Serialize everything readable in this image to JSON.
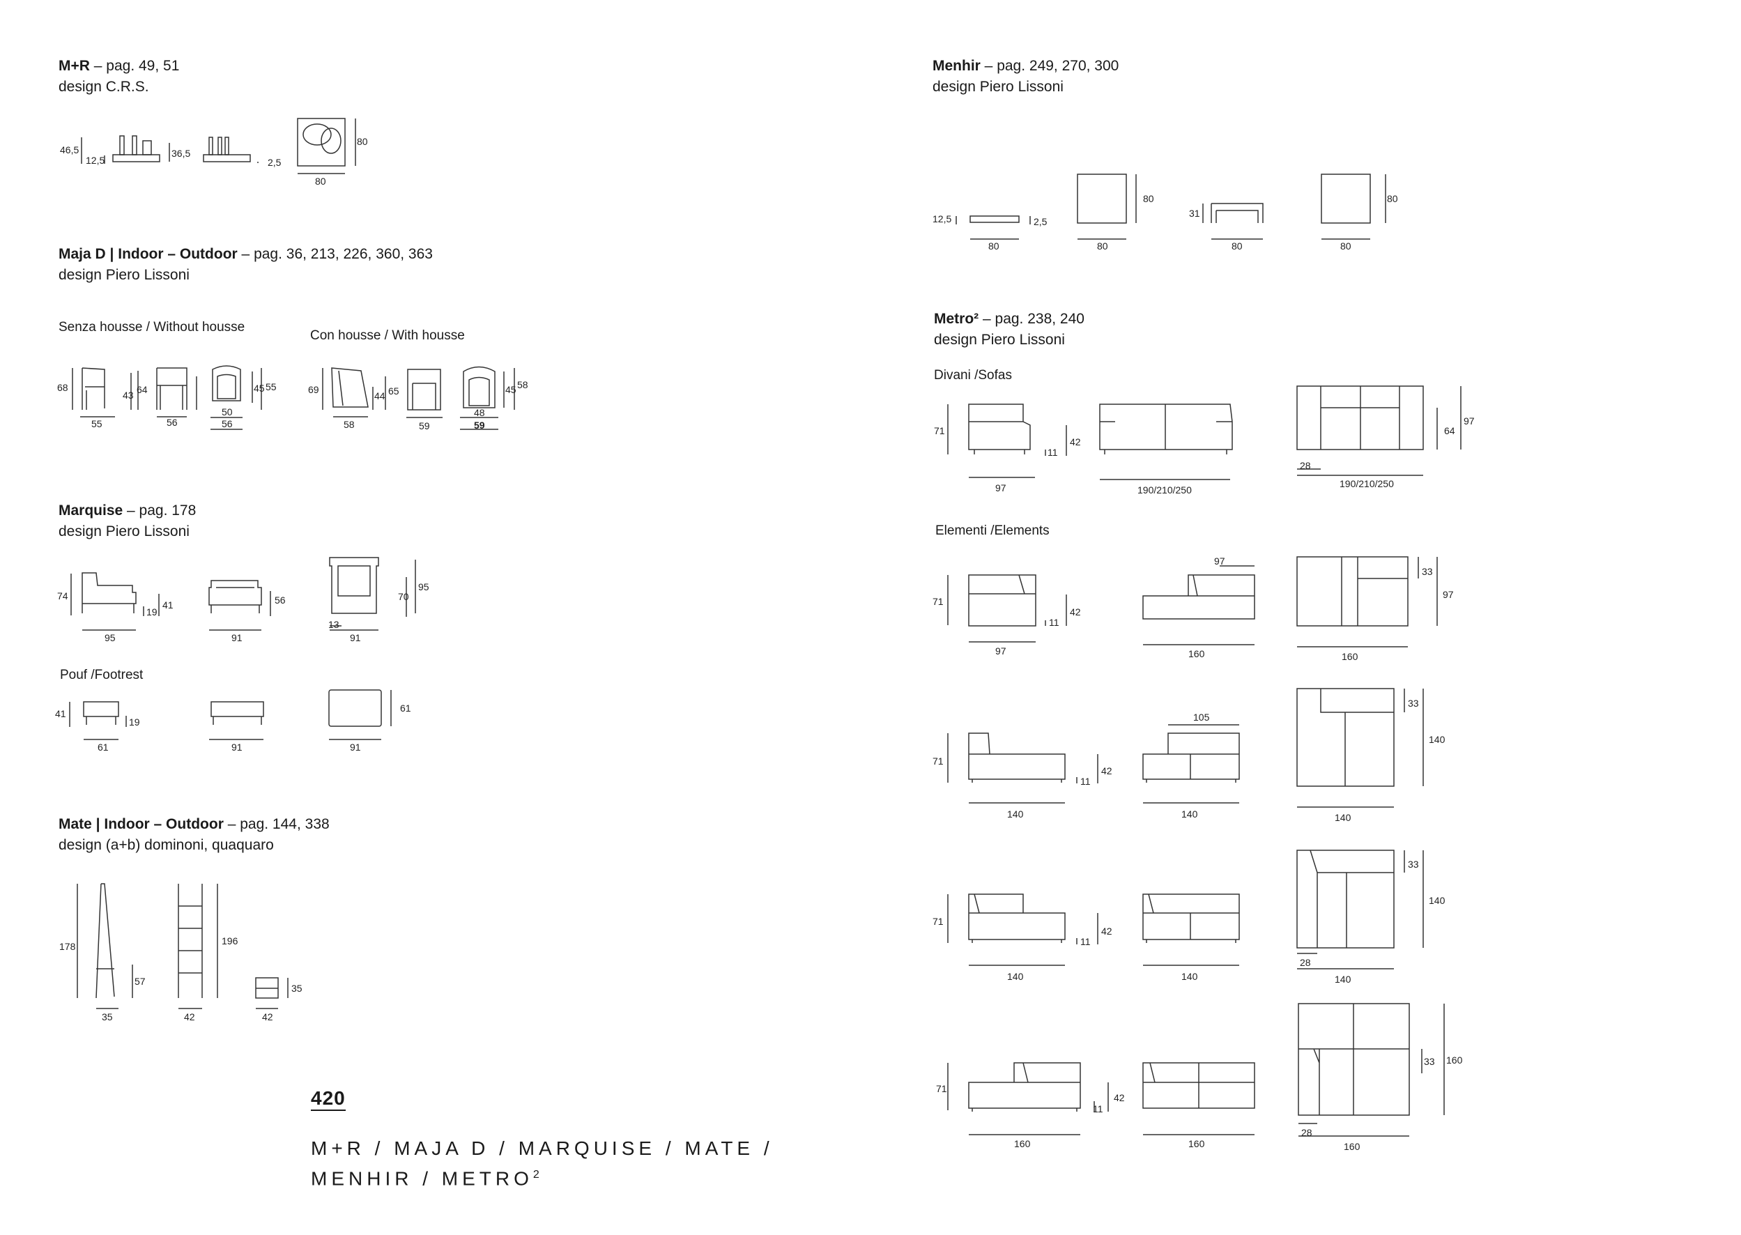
{
  "sections": {
    "mr": {
      "name": "M+R",
      "pages": " – pag. 49, 51",
      "design": "design C.R.S.",
      "dims": [
        "46,5",
        "12,5",
        "36,5",
        "2,5",
        "80",
        "80"
      ]
    },
    "maja": {
      "name": "Maja D | Indoor – Outdoor",
      "pages": " – pag. 36, 213, 226, 360, 363",
      "design": "design Piero Lissoni",
      "without": "Senza housse / Without housse",
      "with": "Con housse / With housse",
      "dims": [
        "68",
        "64",
        "43",
        "55",
        "56",
        "45",
        "55",
        "50",
        "56",
        "69",
        "44",
        "65",
        "58",
        "59",
        "45",
        "58",
        "48",
        "59"
      ]
    },
    "marquise": {
      "name": "Marquise",
      "pages": " – pag. 178",
      "design": "design Piero Lissoni",
      "pouf": "Pouf /Footrest",
      "dims": [
        "74",
        "41",
        "19",
        "95",
        "56",
        "91",
        "95",
        "70",
        "13",
        "91",
        "41",
        "19",
        "61",
        "91",
        "61",
        "91"
      ]
    },
    "mate": {
      "name": "Mate | Indoor – Outdoor",
      "pages": " – pag. 144, 338",
      "design": "design (a+b) dominoni, quaquaro",
      "dims": [
        "178",
        "57",
        "35",
        "196",
        "42",
        "35",
        "42"
      ]
    },
    "menhir": {
      "name": "Menhir",
      "pages": " – pag. 249, 270, 300",
      "design": "design Piero Lissoni",
      "dims": [
        "12,5",
        "2,5",
        "80",
        "80",
        "80",
        "31",
        "80",
        "80",
        "80"
      ]
    },
    "metro": {
      "name": "Metro²",
      "pages": " – pag. 238, 240",
      "design": "design Piero Lissoni",
      "sofas": "Divani /Sofas",
      "elements": "Elementi /Elements",
      "sofa_dims": [
        "71",
        "42",
        "11",
        "97",
        "190/210/250",
        "97",
        "64",
        "28",
        "190/210/250"
      ],
      "el1_dims": [
        "71",
        "42",
        "11",
        "97",
        "97",
        "160",
        "33",
        "97",
        "160"
      ],
      "el2_dims": [
        "71",
        "42",
        "11",
        "140",
        "105",
        "140",
        "33",
        "140",
        "140"
      ],
      "el3_dims": [
        "71",
        "42",
        "11",
        "140",
        "140",
        "33",
        "140",
        "28",
        "140"
      ],
      "el4_dims": [
        "71",
        "42",
        "11",
        "160",
        "160",
        "33",
        "160",
        "28",
        "160"
      ]
    }
  },
  "page_number": "420",
  "footer": {
    "line1": "M+R / MAJA D / MARQUISE / MATE /",
    "line2_text": "MENHIR / METRO",
    "line2_sup": "2"
  }
}
